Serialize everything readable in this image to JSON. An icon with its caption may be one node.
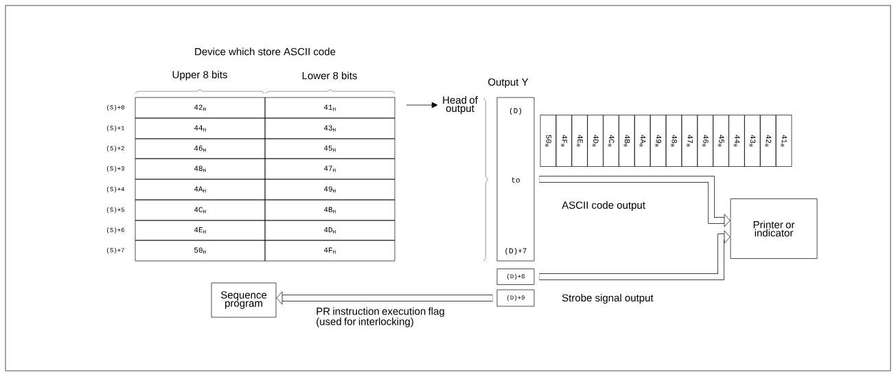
{
  "diagram": {
    "nodes": [
      {
        "text": [
          "Head of output"
        ]
      },
      {
        "text": [
          "Output Y",
          "(D)",
          "to",
          "(D)+7"
        ]
      },
      {
        "text": [
          "(D)+8"
        ]
      },
      {
        "text": [
          "(D)+9"
        ]
      },
      {
        "text": [
          "Printer or indicator"
        ]
      },
      {
        "text": [
          "Sequence program"
        ]
      }
    ],
    "edges": [
      {
        "from": null,
        "to": 0,
        "arrow": "to"
      },
      {
        "from": 1,
        "to": 4,
        "arrow": "to",
        "label": "ASCII code output"
      },
      {
        "from": 2,
        "to": 4,
        "arrow": "to",
        "label": "Strobe signal output"
      },
      {
        "from": 3,
        "to": 5,
        "arrow": "to",
        "label": "PR instruction execution flag (used for interlocking)"
      }
    ],
    "labels": [
      "Device which store ASCII code",
      "Upper 8 bits",
      "Lower 8 bits",
      "(S)+0",
      "42$_{H}$",
      "41$_{H}$",
      "(S)+1",
      "44$_{H}$",
      "43$_{H}$",
      "(S)+2",
      "46$_{H}$",
      "45$_{H}$",
      "(S)+3",
      "48$_{H}$",
      "47$_{H}$",
      "(S)+4",
      "4A$_{H}$",
      "49$_{H}$",
      "(S)+5",
      "4C$_{H}$",
      "4B$_{H}$",
      "(S)+6",
      "4E$_{H}$",
      "4D$_{H}$",
      "(S)+7",
      "50$_{H}$",
      "4F$_{H}$",
      "50$_{H}$",
      "4F$_{H}$",
      "4E$_{H}$",
      "4D$_{H}$",
      "4C$_{H}$",
      "4B$_{H}$",
      "4A$_{H}$",
      "49$_{H}$",
      "48$_{H}$",
      "47$_{H}$",
      "46$_{H}$",
      "45$_{H}$",
      "44$_{H}$",
      "43$_{H}$",
      "42$_{H}$",
      "41$_{H}$"
    ]
  }
}
